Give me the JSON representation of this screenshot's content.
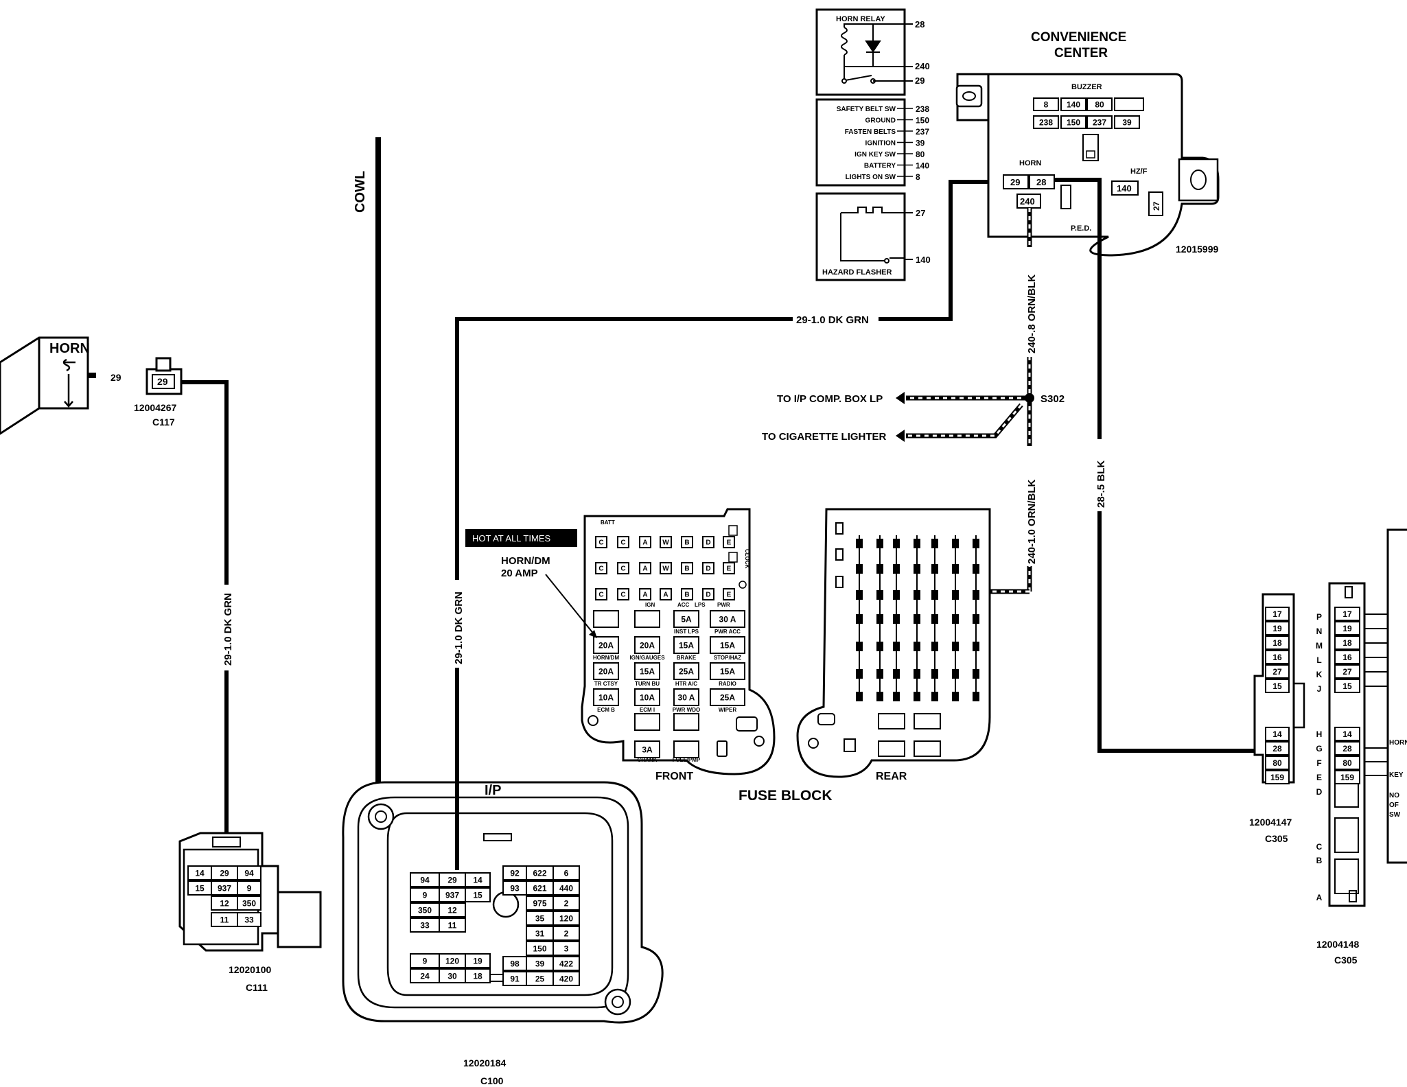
{
  "horn": {
    "title": "HORN",
    "pin": "29",
    "connector_pin": "29",
    "part_number": "12004267",
    "connector_id": "C117"
  },
  "c111": {
    "part_number": "12020100",
    "connector_id": "C111",
    "rows": [
      [
        "14",
        "29",
        "94"
      ],
      [
        "15",
        "937",
        "9"
      ],
      [
        "12",
        "350"
      ],
      [
        "11",
        "33"
      ]
    ]
  },
  "c100": {
    "label": "I/P",
    "part_number": "12020184",
    "connector_id": "C100",
    "block_a": [
      [
        "94",
        "29",
        "14"
      ],
      [
        "9",
        "937",
        "15"
      ],
      [
        "350",
        "12"
      ],
      [
        "33",
        "11"
      ]
    ],
    "block_b": [
      [
        "92",
        "622",
        "6"
      ],
      [
        "93",
        "621",
        "440"
      ],
      [
        "975",
        "2"
      ],
      [
        "35",
        "120"
      ],
      [
        "31",
        "2"
      ],
      [
        "150",
        "3"
      ],
      [
        "98",
        "39",
        "422"
      ],
      [
        "91",
        "25",
        "420"
      ]
    ],
    "block_c": [
      [
        "9",
        "120",
        "19"
      ],
      [
        "24",
        "30",
        "18"
      ]
    ]
  },
  "wires": {
    "cowl": "COWL",
    "horn_feed": "29-1.0 DK GRN",
    "ip_feed": "29-1.0 DK GRN",
    "relay_feed": "29-1.0 DK GRN",
    "orn_blk_upper": "240-.8 ORN/BLK",
    "orn_blk_lower": "240-1.0 ORN/BLK",
    "blk_ground": "28-.5 BLK",
    "splice": "S302",
    "to_comp_box": "TO I/P COMP. BOX LP",
    "to_lighter": "TO CIGARETTE LIGHTER"
  },
  "horn_relay": {
    "title": "HORN RELAY",
    "pins": [
      "28",
      "240",
      "29"
    ]
  },
  "buzzer_module": {
    "rows": [
      {
        "name": "SAFETY BELT SW",
        "pin": "238"
      },
      {
        "name": "GROUND",
        "pin": "150"
      },
      {
        "name": "FASTEN BELTS",
        "pin": "237"
      },
      {
        "name": "IGNITION",
        "pin": "39"
      },
      {
        "name": "IGN KEY SW",
        "pin": "80"
      },
      {
        "name": "BATTERY",
        "pin": "140"
      },
      {
        "name": "LIGHTS ON SW",
        "pin": "8"
      }
    ]
  },
  "hazard_flasher": {
    "title": "HAZARD FLASHER",
    "pins": [
      "27",
      "140"
    ]
  },
  "convenience_center": {
    "title_line1": "CONVENIENCE",
    "title_line2": "CENTER",
    "buzzer_label": "BUZZER",
    "buzzer_row1": [
      "8",
      "140",
      "80"
    ],
    "buzzer_row2": [
      "238",
      "150",
      "237",
      "39"
    ],
    "horn_label": "HORN",
    "horn_pins": [
      "29",
      "28"
    ],
    "horn_pin_bottom": "240",
    "hzf_label": "HZ/F",
    "hzf_pin": "140",
    "hzf_pin_b": "27",
    "ped_label": "P.E.D.",
    "part_number": "12015999"
  },
  "fuse_block": {
    "title": "FUSE BLOCK",
    "front_label": "FRONT",
    "rear_label": "REAR",
    "hot_banner": "HOT AT ALL TIMES",
    "callout_line1": "HORN/DM",
    "callout_line2": "20 AMP",
    "top_label": "BATT",
    "side_label": "CLOCK",
    "row1": [
      "C",
      "C",
      "A",
      "W",
      "B",
      "D",
      "E"
    ],
    "row2": [
      "C",
      "C",
      "A",
      "W",
      "B",
      "D",
      "E"
    ],
    "row3": [
      "C",
      "C",
      "A",
      "A",
      "B",
      "D",
      "E"
    ],
    "fuses": [
      {
        "value": "",
        "label": ""
      },
      {
        "value": "",
        "label": ""
      },
      {
        "value": "5A",
        "label": "INST LPS"
      },
      {
        "value": "30 A",
        "label": "PWR ACC"
      },
      {
        "value": "20A",
        "label": "HORN/DM"
      },
      {
        "value": "20A",
        "label": "IGN/GAUGES"
      },
      {
        "value": "15A",
        "label": "BRAKE"
      },
      {
        "value": "15A",
        "label": "STOP/HAZ"
      },
      {
        "value": "20A",
        "label": "TR CTSY"
      },
      {
        "value": "15A",
        "label": "TURN BU"
      },
      {
        "value": "25A",
        "label": "HTR A/C"
      },
      {
        "value": "15A",
        "label": "RADIO"
      },
      {
        "value": "10A",
        "label": "ECM B"
      },
      {
        "value": "10A",
        "label": "ECM I"
      },
      {
        "value": "30 A",
        "label": "PWR WDO"
      },
      {
        "value": "25A",
        "label": "WIPER"
      }
    ],
    "col_tops": [
      "IGN",
      "ACC",
      "LPS",
      "PWR"
    ],
    "bottom_fuse": "3A",
    "bottom_labels": [
      "CRANK",
      "FUEL/PMP"
    ]
  },
  "c305": {
    "connector_id": "C305",
    "connector_id_b": "C305",
    "part_a": "12004147",
    "part_b": "12004148",
    "pins_a": [
      "17",
      "19",
      "18",
      "16",
      "27",
      "15",
      "14",
      "28",
      "80",
      "159"
    ],
    "pins_b": [
      "17",
      "19",
      "18",
      "16",
      "27",
      "15",
      "14",
      "28",
      "80",
      "159"
    ],
    "letters_top": [
      "P",
      "N",
      "M",
      "L",
      "K",
      "J"
    ],
    "letters_bottom": [
      "H",
      "G",
      "F",
      "E",
      "D"
    ],
    "letters_low": [
      "C",
      "B",
      "A"
    ],
    "edge_labels": [
      "HORN",
      "KEY",
      "NO",
      "OF",
      "SW"
    ]
  }
}
